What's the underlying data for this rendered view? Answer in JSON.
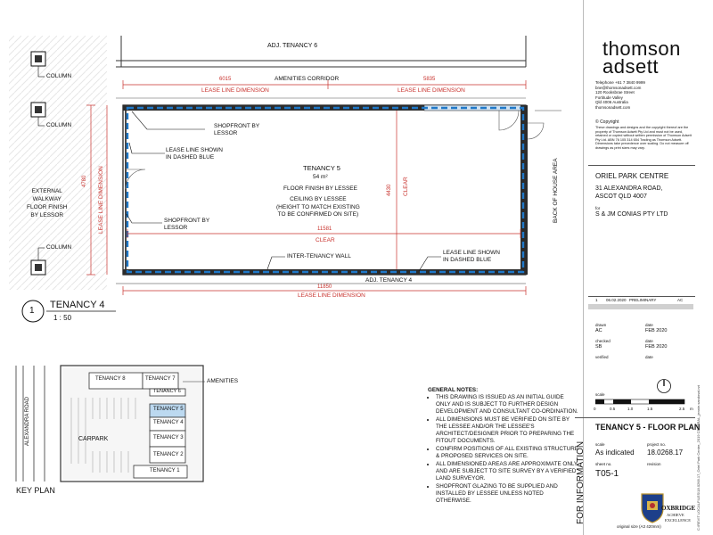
{
  "plan": {
    "adj_tenancy_6": "ADJ. TENANCY 6",
    "amenities_corridor": "AMENITIES CORRIDOR",
    "dim_top_left": "6015",
    "dim_top_right": "5835",
    "lease_line_dimension": "LEASE LINE DIMENSION",
    "column": "COLUMN",
    "shopfront_by_lessor": "SHOPFRONT BY\nLESSOR",
    "lease_line_dashed": "LEASE LINE SHOWN\nIN DASHED BLUE",
    "external_walkway": "EXTERNAL\nWALKWAY\nFLOOR FINISH\nBY LESSOR",
    "dim_left_vertical": "4780",
    "tenancy_title": "TENANCY 5",
    "tenancy_area": "54 m²",
    "floor_finish": "FLOOR FINISH BY LESSEE",
    "ceiling_note": "CEILING BY LESSEE\n(HEIGHT TO MATCH EXISTING\nTO BE CONFIRMED ON SITE)",
    "dim_inner_vertical": "4430",
    "clear": "CLEAR",
    "dim_inner_horizontal": "11581",
    "inter_tenancy_wall": "INTER-TENANCY WALL",
    "adj_tenancy_4": "ADJ. TENANCY 4",
    "dim_bottom": "11850",
    "back_of_house": "BACK OF HOUSE AREA"
  },
  "view": {
    "number": "1",
    "title": "TENANCY 4",
    "scale": "1 : 50"
  },
  "key_plan": {
    "label": "KEY PLAN",
    "road": "ALEXANDRA ROAD",
    "carpark": "CARPARK",
    "amenities": "AMENITIES",
    "tenancies": [
      "TENANCY 8",
      "TENANCY 7",
      "TENANCY 6",
      "TENANCY 5",
      "TENANCY 4",
      "TENANCY 3",
      "TENANCY 2",
      "TENANCY 1"
    ],
    "highlight_color": "#bcd9f0"
  },
  "notes": {
    "heading": "GENERAL NOTES:",
    "items": [
      "THIS DRAWING IS ISSUED AS AN INITIAL GUIDE ONLY AND IS SUBJECT TO FURTHER DESIGN DEVELOPMENT AND CONSULTANT CO-ORDINATION.",
      "ALL DIMENSIONS MUST BE VERIFIED ON SITE BY THE LESSEE AND/OR THE LESSEE'S ARCHITECT/DESIGNER PRIOR TO PREPARING THE FITOUT DOCUMENTS.",
      "CONFIRM POSITIONS OF ALL EXISTING STRUCTURE & PROPOSED SERVICES ON SITE.",
      "ALL DIMENSIONED AREAS ARE APPROXIMATE ONLY AND ARE SUBJECT TO SITE SURVEY BY A VERIFIED LAND SURVEYOR.",
      "SHOPFRONT GLAZING TO BE SUPPLIED AND INSTALLED BY LESSEE UNLESS NOTED OTHERWISE."
    ]
  },
  "title_block": {
    "logo_line1": "thomson",
    "logo_line2": "adsett",
    "contact": "Telephone +61 7 3840 9999\nbne@thomsonadsett.com\n120 Rooksbrae Street\nFortitude Valley\nQld 4006 Australia\nthomsonadsett.com",
    "copyright_heading": "© Copyright",
    "copyright_text": "These drawings and designs and the copyright thereof are the property of Thomson Adsett Pty Ltd and must not be used, retained or copied without written permission of Thomson Adsett Pty Ltd. ABN 76 105 314 654 Trading as Thomson Adsett. Dimensions take precedence over scaling. Do not measure off drawings as print sizes may vary.",
    "project_name": "ORIEL PARK CENTRE",
    "address_line1": "31 ALEXANDRA ROAD,",
    "address_line2": "ASCOT QLD 4007",
    "for_label": "for",
    "client": "S & JM CONIAS PTY LTD",
    "revision": {
      "no": "1",
      "date": "06.02.2020",
      "desc": "PRELIMINARY",
      "by": "AC"
    },
    "drawn_label": "drawn",
    "drawn_by": "AC",
    "date_label": "date",
    "drawn_date": "FEB 2020",
    "checked_label": "checked",
    "checked_by": "SB",
    "checked_date": "FEB 2020",
    "verified_label": "verified",
    "verified_date_label": "date",
    "scale_label": "scale",
    "scale_ticks": [
      "0",
      "0.5",
      "1.0",
      "1.5",
      "2.5"
    ],
    "scale_unit": "m",
    "drawing_title": "TENANCY 5 - FLOOR PLAN",
    "scale_word": "scale",
    "scale_value": "As indicated",
    "project_no_label": "project no.",
    "project_no": "18.0268.17",
    "sheet_no_label": "sheet no.",
    "sheet_no": "T05-1",
    "revision_label": "revision",
    "for_information": "FOR INFORMATION",
    "file_path": "C:\\REVIT LOCALFILES\\18.0268.17_Oriel Park Centre_2019 CENTRAL_jennie.sandoval.rvt",
    "stamp_text1": "OXBRIDGE",
    "stamp_text2": "ACHIEVE",
    "stamp_text3": "EXCELLENCE",
    "original_size": "original size (A3 420mm)"
  }
}
